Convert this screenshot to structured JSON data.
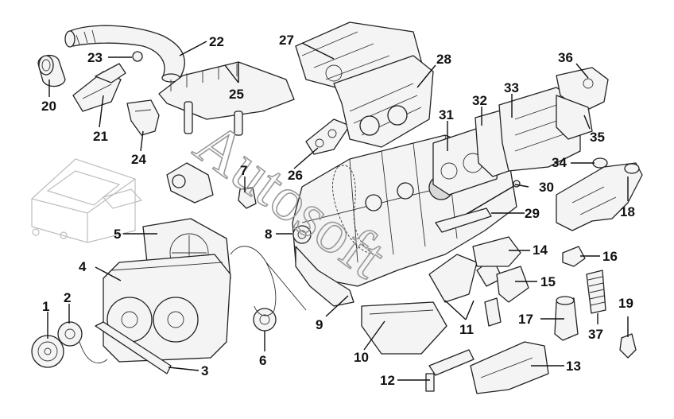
{
  "watermark": "Autosoft",
  "callouts": [
    "1",
    "2",
    "3",
    "4",
    "5",
    "6",
    "7",
    "8",
    "9",
    "10",
    "11",
    "12",
    "13",
    "14",
    "15",
    "16",
    "17",
    "18",
    "19",
    "20",
    "21",
    "22",
    "23",
    "24",
    "25",
    "26",
    "27",
    "28",
    "29",
    "30",
    "31",
    "32",
    "33",
    "34",
    "35",
    "36",
    "37"
  ]
}
